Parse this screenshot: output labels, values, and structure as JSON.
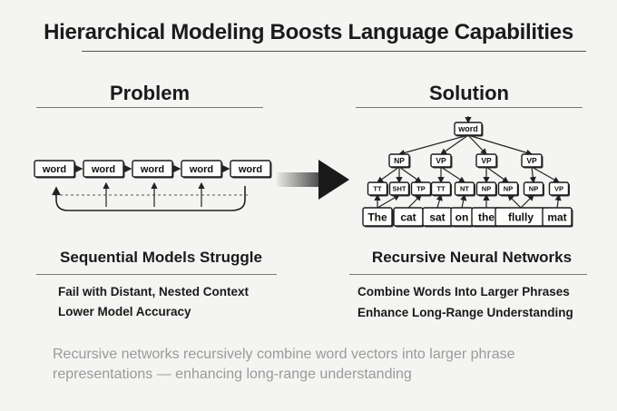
{
  "title": "Hierarchical Modeling Boosts Language Capabilities",
  "problem": {
    "heading": "Problem",
    "words": [
      "word",
      "word",
      "word",
      "word",
      "word"
    ],
    "subheading": "Sequential Models Struggle",
    "bullets": [
      "Fail with Distant, Nested Context",
      "Lower Model Accuracy"
    ]
  },
  "solution": {
    "heading": "Solution",
    "root": "word",
    "level1": [
      "NP",
      "VP",
      "VP",
      "VP"
    ],
    "level2": [
      "TT",
      "SHT",
      "TP",
      "TT",
      "NT",
      "NP",
      "NP",
      "NP",
      "VP"
    ],
    "leaves": [
      "The",
      "cat",
      "sat",
      "on",
      "the",
      "flully",
      "mat"
    ],
    "subheading": "Recursive Neural Networks",
    "bullets": [
      "Combine Words Into Larger Phrases",
      "Enhance Long-Range Understanding"
    ]
  },
  "caption": "Recursive networks recursively combine word vectors into larger phrase representations — enhancing long-range understanding"
}
